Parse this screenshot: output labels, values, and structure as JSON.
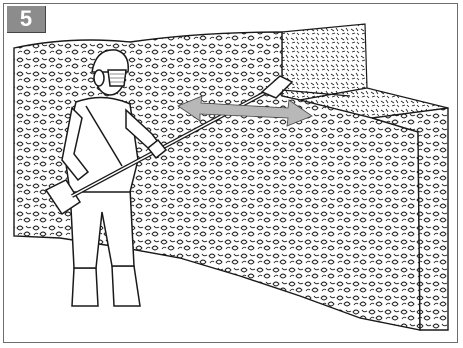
{
  "step": {
    "number": "5"
  },
  "scene": {
    "subject": "operator-with-pole-hedge-trimmer",
    "object": "tall-hedge",
    "motion": "double-headed-arrow"
  },
  "colors": {
    "outline": "#1a1a1a",
    "frame": "#6d6d6d",
    "badge": "#8c8c8c",
    "arrow": "#b8b8b8",
    "background": "#ffffff"
  }
}
